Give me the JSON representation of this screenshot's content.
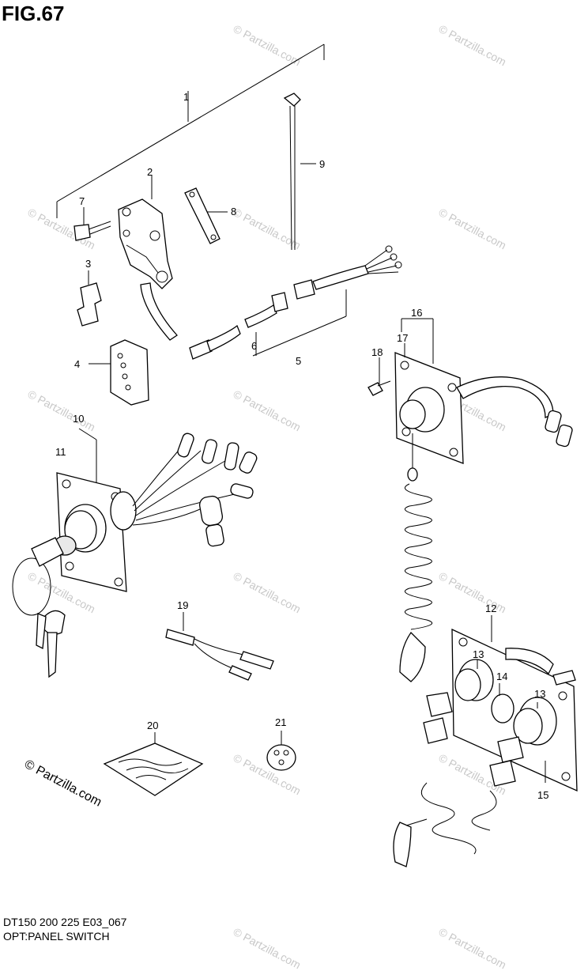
{
  "figure": {
    "title": "FIG.67",
    "model_code": "DT150 200 225 E03_067",
    "section_title": "OPT:PANEL SWITCH",
    "copyright": "© Partzilla.com",
    "watermark_text": "© Partzilla.com"
  },
  "callouts": [
    "1",
    "2",
    "3",
    "4",
    "5",
    "6",
    "7",
    "8",
    "9",
    "10",
    "11",
    "12",
    "13",
    "13",
    "14",
    "15",
    "16",
    "17",
    "18",
    "19",
    "20",
    "21"
  ]
}
